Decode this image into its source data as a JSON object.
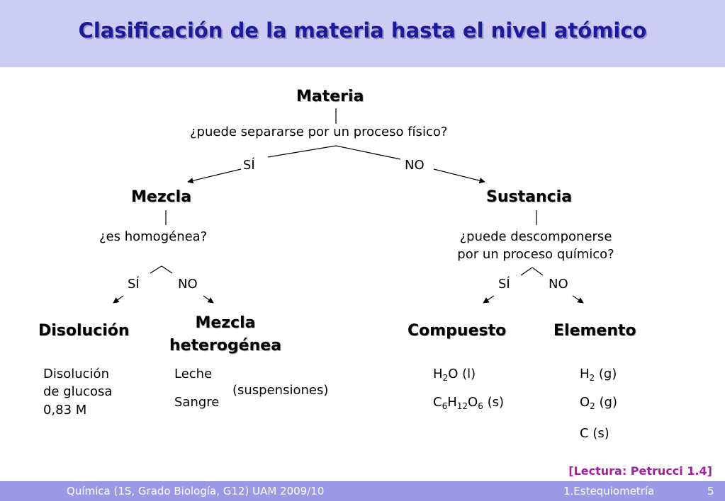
{
  "title": "Clasificación de la materia hasta el nivel atómico",
  "nodes": {
    "materia": "Materia",
    "q_separar": "¿puede separarse por un proceso físico?",
    "si1": "SÍ",
    "no1": "NO",
    "mezcla": "Mezcla",
    "sustancia": "Sustancia",
    "q_homogenea": "¿es homogénea?",
    "q_descomponer_1": "¿puede descomponerse",
    "q_descomponer_2": "por un proceso químico?",
    "si2": "SÍ",
    "no2": "NO",
    "si3": "SÍ",
    "no3": "NO",
    "disolucion": "Disolución",
    "mezcla_het_1": "Mezcla",
    "mezcla_het_2": "heterogénea",
    "compuesto": "Compuesto",
    "elemento": "Elemento"
  },
  "examples": {
    "disolucion": [
      "Disolución",
      "de glucosa",
      "0,83 M"
    ],
    "mezcla_het": [
      "Leche",
      "Sangre"
    ],
    "suspensiones": "(suspensiones)",
    "compuesto": {
      "water": {
        "a": "H",
        "a_sub": "2",
        "b": "O (l)"
      },
      "glucose": {
        "a": "C",
        "a_sub": "6",
        "b": "H",
        "b_sub": "12",
        "c": "O",
        "c_sub": "6",
        "d": " (s)"
      }
    },
    "elemento": {
      "h2": {
        "a": "H",
        "a_sub": "2",
        "b": " (g)"
      },
      "o2": {
        "a": "O",
        "a_sub": "2",
        "b": " (g)"
      },
      "c": "C (s)"
    }
  },
  "reference": "[Lectura: Petrucci 1.4]",
  "footer": {
    "course": "Química (1S, Grado Biología, G12) UAM 2009/10",
    "chapter": "1.Estequiometría",
    "page": "5"
  },
  "colors": {
    "header_bg": "#ccccf5",
    "title": "#1a1aa0",
    "footer_bg": "#9999e6",
    "reference": "#a020a0"
  }
}
